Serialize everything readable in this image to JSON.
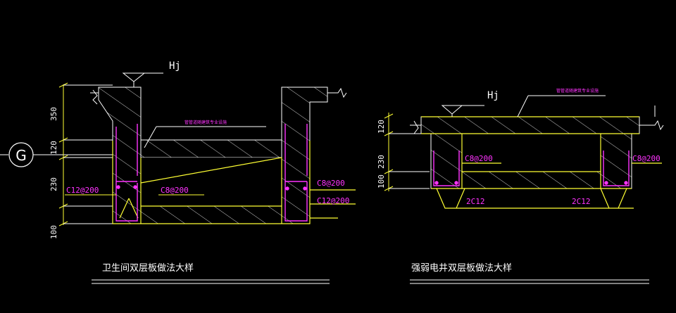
{
  "grid_label": "G",
  "colors": {
    "white": "#ffffff",
    "yellow": "#ffff33",
    "magenta": "#ff33ff",
    "bg": "#000000"
  },
  "left": {
    "title": "卫生间双层板做法大样",
    "level_mark": "Hj",
    "note": "管管道随建筑专业设施",
    "dims": [
      "350",
      "120",
      "230",
      "100"
    ],
    "rebar": {
      "left_vertical": "C12@200",
      "mid": "C8@200",
      "right_upper": "C8@200",
      "right_lower": "C12@200"
    }
  },
  "right": {
    "title": "强弱电井双层板做法大样",
    "level_mark": "Hj",
    "note": "管管道随建筑专业设施",
    "dims": [
      "120",
      "230",
      "100"
    ],
    "rebar": {
      "left": "C8@200",
      "right": "C8@200",
      "bottom_left": "2C12",
      "bottom_right": "2C12"
    }
  }
}
